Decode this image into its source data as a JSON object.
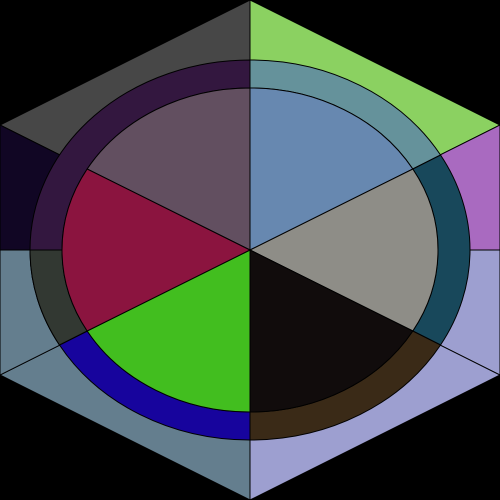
{
  "background": "#000000",
  "outline_color": "#000000",
  "outer_hexagon": [
    {
      "id": "top-left",
      "color": "#474747"
    },
    {
      "id": "top-right",
      "color": "#8bd161"
    },
    {
      "id": "right-upper",
      "color": "#a96ac0"
    },
    {
      "id": "right-lower",
      "color": "#9d9fd0"
    },
    {
      "id": "bottom-right",
      "color": "#9d9fd0"
    },
    {
      "id": "bottom-left",
      "color": "#647e8e"
    },
    {
      "id": "left-lower",
      "color": "#647e8e"
    },
    {
      "id": "left-upper",
      "color": "#110624"
    }
  ],
  "ring_segments": [
    {
      "id": "top-left",
      "color": "#33173f"
    },
    {
      "id": "top-right",
      "color": "#65929b"
    },
    {
      "id": "right",
      "color": "#18485b"
    },
    {
      "id": "bottom-right",
      "color": "#3a2a17"
    },
    {
      "id": "bottom-left",
      "color": "#17049d"
    },
    {
      "id": "left",
      "color": "#323832"
    }
  ],
  "pie_slices": [
    {
      "id": "upper-left",
      "color": "#624f60"
    },
    {
      "id": "upper-right",
      "color": "#6788b0"
    },
    {
      "id": "right",
      "color": "#8e8d87"
    },
    {
      "id": "lower-right",
      "color": "#110c0c"
    },
    {
      "id": "lower-left",
      "color": "#42be1f"
    },
    {
      "id": "left",
      "color": "#8b143f"
    }
  ]
}
